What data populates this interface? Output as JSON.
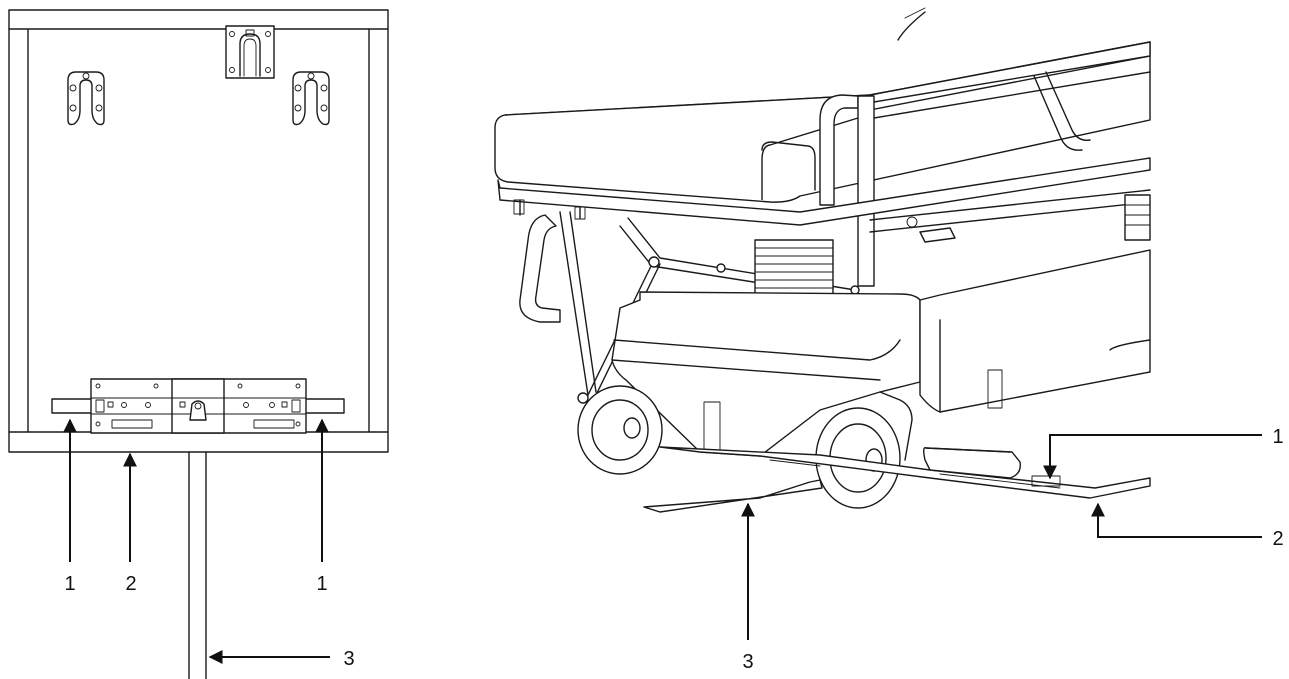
{
  "left_view": {
    "callouts": [
      "1",
      "2",
      "1",
      "3"
    ]
  },
  "right_view": {
    "callouts": [
      "1",
      "2",
      "3"
    ]
  }
}
